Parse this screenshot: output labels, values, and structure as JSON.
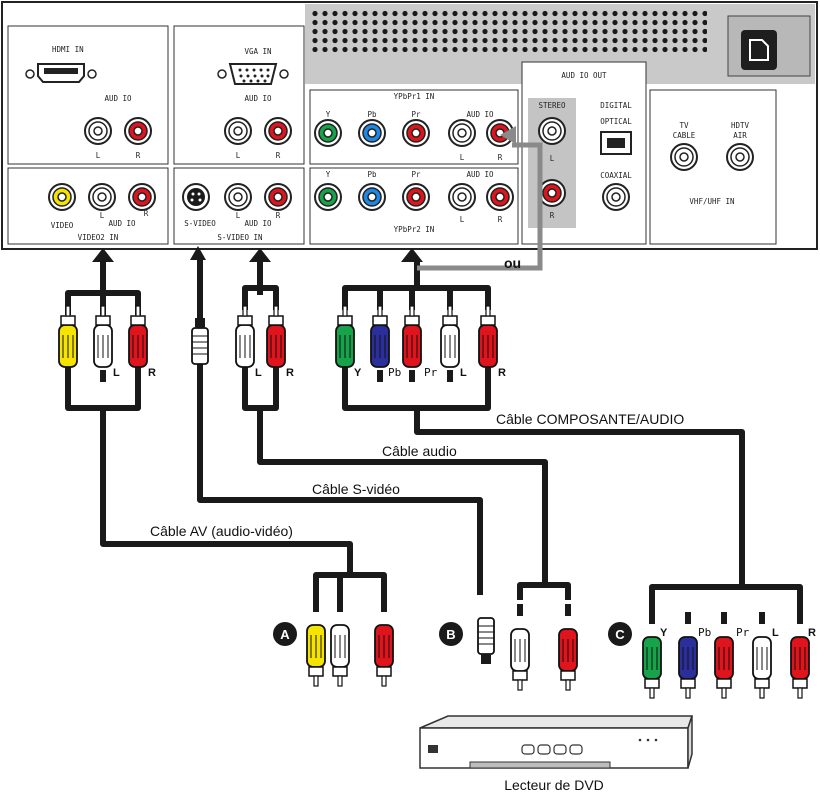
{
  "panel": {
    "hdmi_in": "HDMI IN",
    "vga_in": "VGA  IN",
    "audio": "AUD IO",
    "left": "L",
    "right": "R",
    "video": "VIDEO",
    "video2_in": "VIDEO2 IN",
    "s_video": "S-VIDEO",
    "s_video_in": "S-VIDEO IN",
    "ypbpr1_in": "YPbPr1 IN",
    "ypbpr2_in": "YPbPr2 IN",
    "y": "Y",
    "pb": "Pb",
    "pr": "Pr",
    "audio_out": "AUD IO OUT",
    "stereo": "STEREO",
    "digital": "DIGITAL",
    "optical": "OPTICAL",
    "coaxial": "COAXIAL",
    "tv": "TV",
    "cable": "CABLE",
    "hdtv": "HDTV",
    "air": "AIR",
    "vhf_uhf_in": "VHF/UHF IN"
  },
  "connector_colors": {
    "yellow": "#f5e400",
    "white": "#ffffff",
    "red": "#e0141c",
    "green": "#16a34a",
    "blue": "#1e88e5",
    "plug_blue": "#2b2f9c",
    "grey_route": "#8a8a8a"
  },
  "cables": {
    "av": "Câble AV (audio-vidéo)",
    "svideo": "Câble S-vidéo",
    "audio": "Câble audio",
    "component": "Câble COMPOSANTE/AUDIO",
    "or": "ou"
  },
  "plug_labels": {
    "l": "L",
    "r": "R",
    "y": "Y",
    "pb": "Pb",
    "pr": "Pr"
  },
  "badges": {
    "a": "A",
    "b": "B",
    "c": "C"
  },
  "device": {
    "dvd": "Lecteur de DVD"
  }
}
